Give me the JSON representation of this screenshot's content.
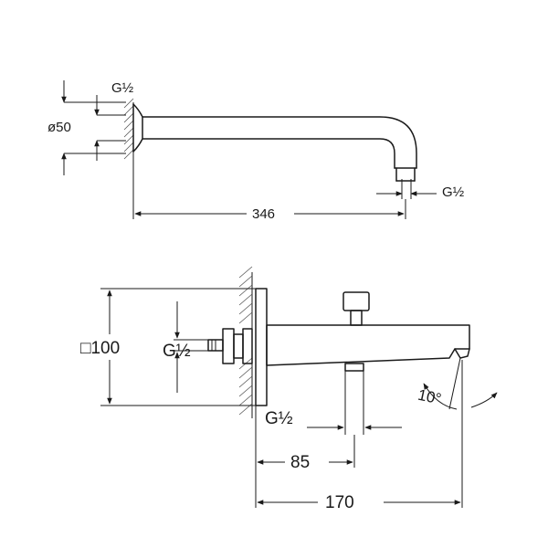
{
  "top_view": {
    "thread_wall": "G½",
    "thread_outlet": "G½",
    "diameter": "ø50",
    "length": "346"
  },
  "side_view": {
    "square": "□100",
    "thread_inlet": "G½",
    "thread_lower": "G½",
    "dim_85": "85",
    "dim_170": "170",
    "angle": "10°"
  }
}
